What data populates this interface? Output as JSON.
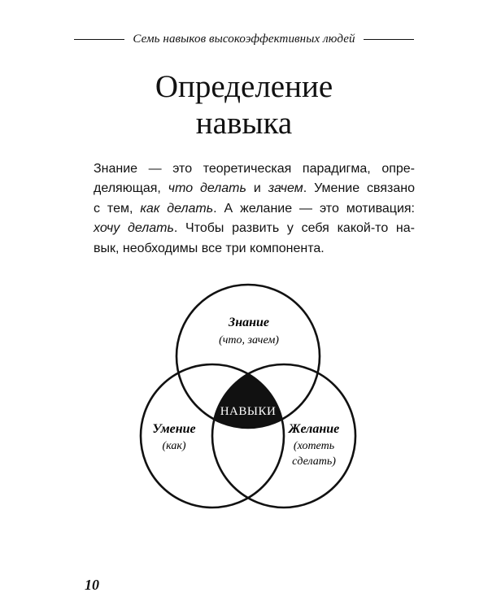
{
  "header": {
    "running_title": "Семь навыков высокоэффективных людей"
  },
  "title": {
    "line1": "Определение",
    "line2": "навыка"
  },
  "body": {
    "l1": "Знание — это теоретическая парадигма, опре-",
    "l2a": "деляющая, ",
    "l2b": "что делать",
    "l2c": " и ",
    "l2d": "зачем",
    "l2e": ". Умение связано",
    "l3a": "с тем, ",
    "l3b": "как делать",
    "l3c": ". А желание — это мотивация:",
    "l4a": "хочу делать",
    "l4b": ". Чтобы развить у себя какой-то на-",
    "l5": "вык, необходимы все три компонента."
  },
  "diagram": {
    "center_label": "НАВЫКИ",
    "knowledge": {
      "title": "Знание",
      "subtitle": "(что, зачем)"
    },
    "skill": {
      "title": "Умение",
      "subtitle": "(как)"
    },
    "desire": {
      "title": "Желание",
      "subtitle_1": "(хотеть",
      "subtitle_2": "сделать)"
    }
  },
  "page_number": "10"
}
